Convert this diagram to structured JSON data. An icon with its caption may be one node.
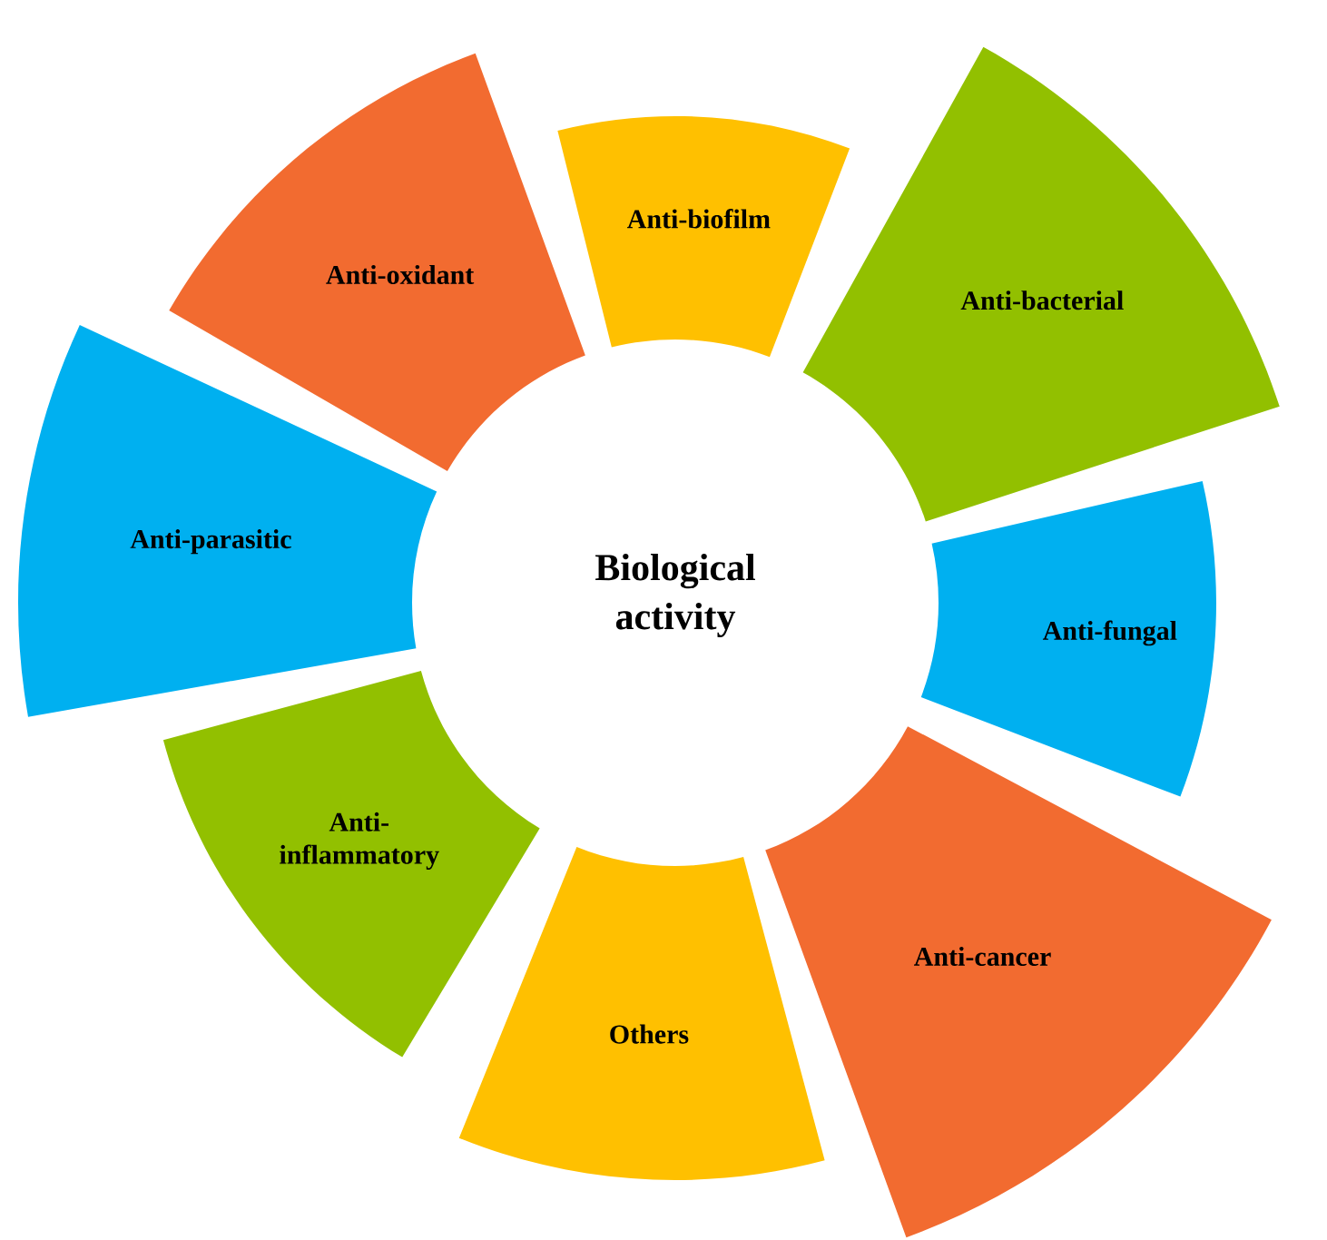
{
  "diagram": {
    "nodes": [
      {
        "text": [
          "Biological activity"
        ]
      },
      {
        "text": [
          "Anti-biofilm"
        ]
      },
      {
        "text": [
          "Anti-bacterial"
        ]
      },
      {
        "text": [
          "Anti-fungal"
        ]
      },
      {
        "text": [
          "Anti-cancer"
        ]
      },
      {
        "text": [
          "Others"
        ]
      },
      {
        "text": [
          "Anti-inflammatory"
        ]
      },
      {
        "text": [
          "Anti-parasitic"
        ]
      },
      {
        "text": [
          "Anti-oxidant"
        ]
      }
    ]
  }
}
